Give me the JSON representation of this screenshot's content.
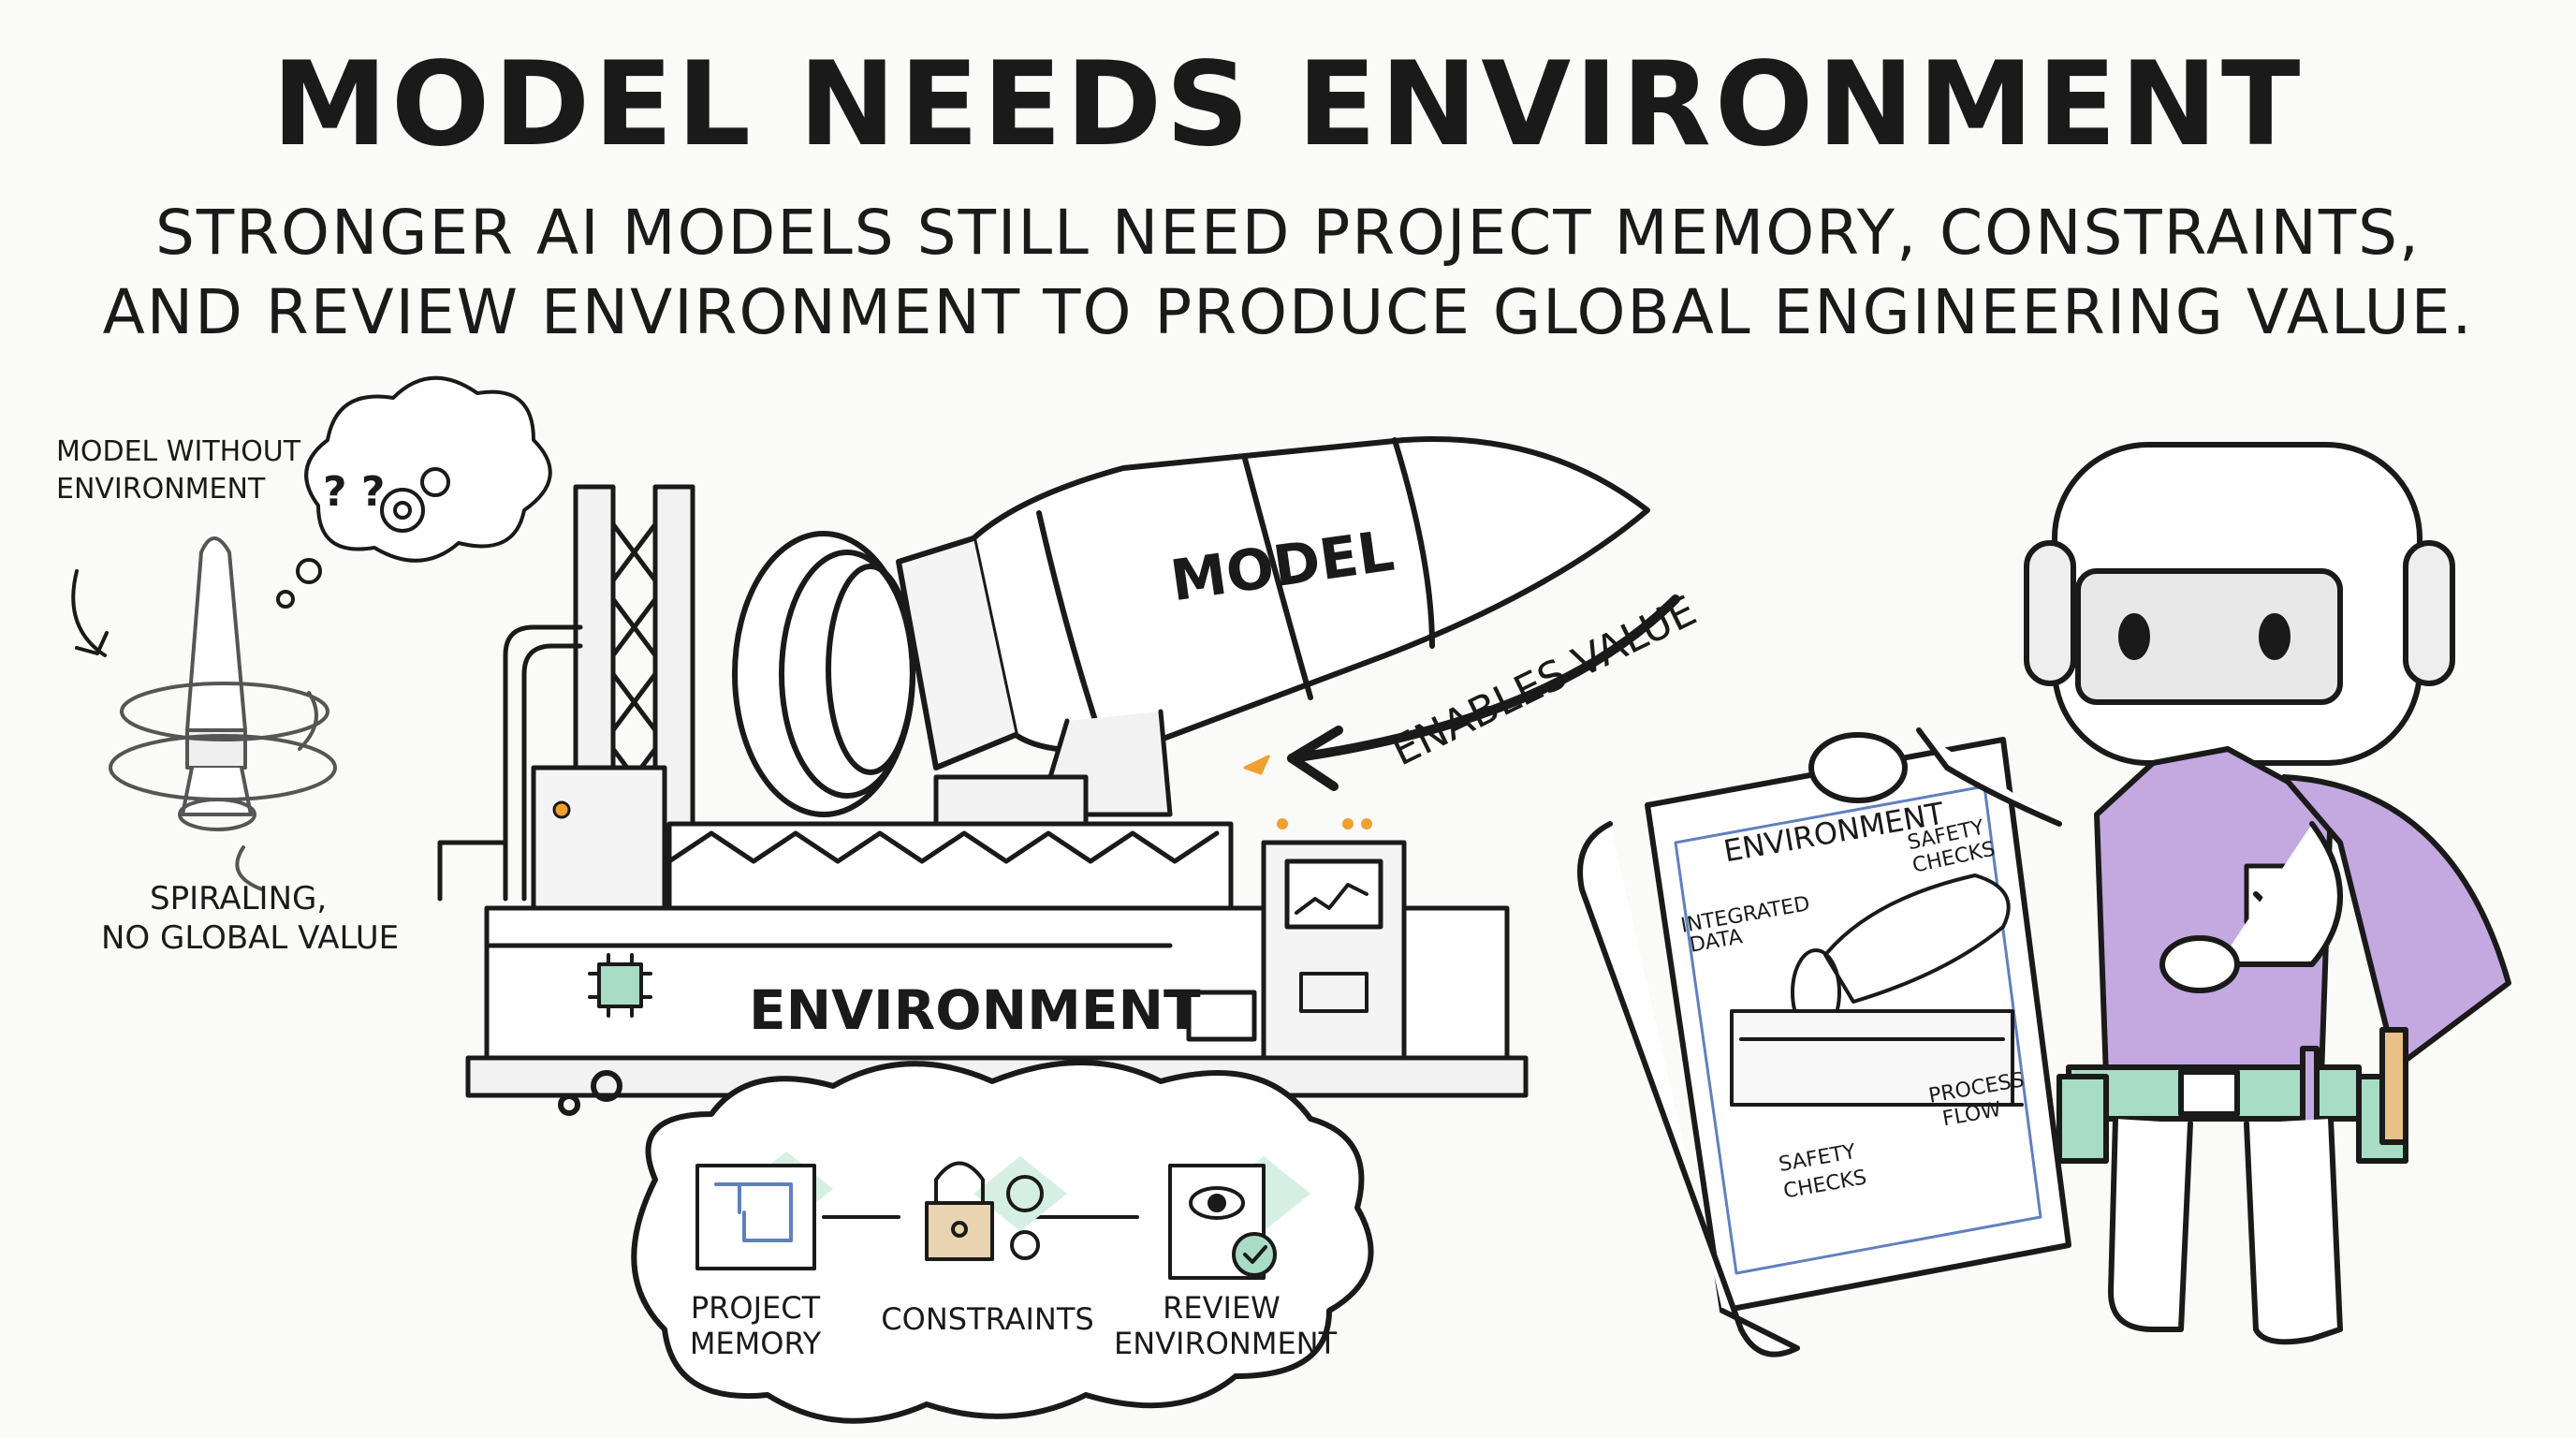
{
  "title": "MODEL NEEDS ENVIRONMENT",
  "subtitle": {
    "line1": "STRONGER AI MODELS STILL NEED PROJECT MEMORY, CONSTRAINTS,",
    "line2": "AND REVIEW ENVIRONMENT TO PRODUCE GLOBAL ENGINEERING VALUE."
  },
  "left_panel": {
    "caption_top_1": "MODEL WITHOUT",
    "caption_top_2": "ENVIRONMENT",
    "thought_marks": "? ?",
    "caption_bottom_1": "SPIRALING,",
    "caption_bottom_2": "NO GLOBAL VALUE"
  },
  "center": {
    "rocket_label": "MODEL",
    "arrow_label": "ENABLES VALUE",
    "platform_label": "ENVIRONMENT"
  },
  "cloud": {
    "items": [
      {
        "line1": "PROJECT",
        "line2": "MEMORY"
      },
      {
        "line1": "CONSTRAINTS",
        "line2": ""
      },
      {
        "line1": "REVIEW",
        "line2": "ENVIRONMENT"
      }
    ]
  },
  "blueprint": {
    "title": "ENVIRONMENT",
    "safety_top": "SAFETY CHECKS",
    "integrated_1": "INTEGRATED",
    "integrated_2": "DATA",
    "process_1": "PROCESS",
    "process_2": "FLOW",
    "safety_bottom_1": "SAFETY",
    "safety_bottom_2": "CHECKS"
  },
  "colors": {
    "ink": "#1a1a1a",
    "accent_green": "#a8dcc4",
    "accent_purple": "#c4a8e0",
    "accent_orange": "#f0a030",
    "blueprint_line": "#6080c0"
  }
}
